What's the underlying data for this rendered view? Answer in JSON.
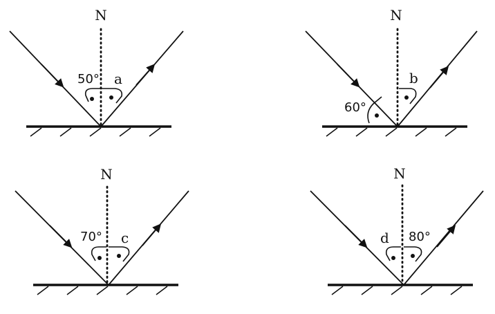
{
  "colors": {
    "ink": "#111111",
    "background": "#ffffff"
  },
  "panels": [
    {
      "normal_label": "N",
      "angle_label": "50°",
      "unknown_label": "a"
    },
    {
      "normal_label": "N",
      "angle_label": "60°",
      "unknown_label": "b"
    },
    {
      "normal_label": "N",
      "angle_label": "70°",
      "unknown_label": "c"
    },
    {
      "normal_label": "N",
      "angle_label": "80°",
      "unknown_label": "d"
    }
  ]
}
